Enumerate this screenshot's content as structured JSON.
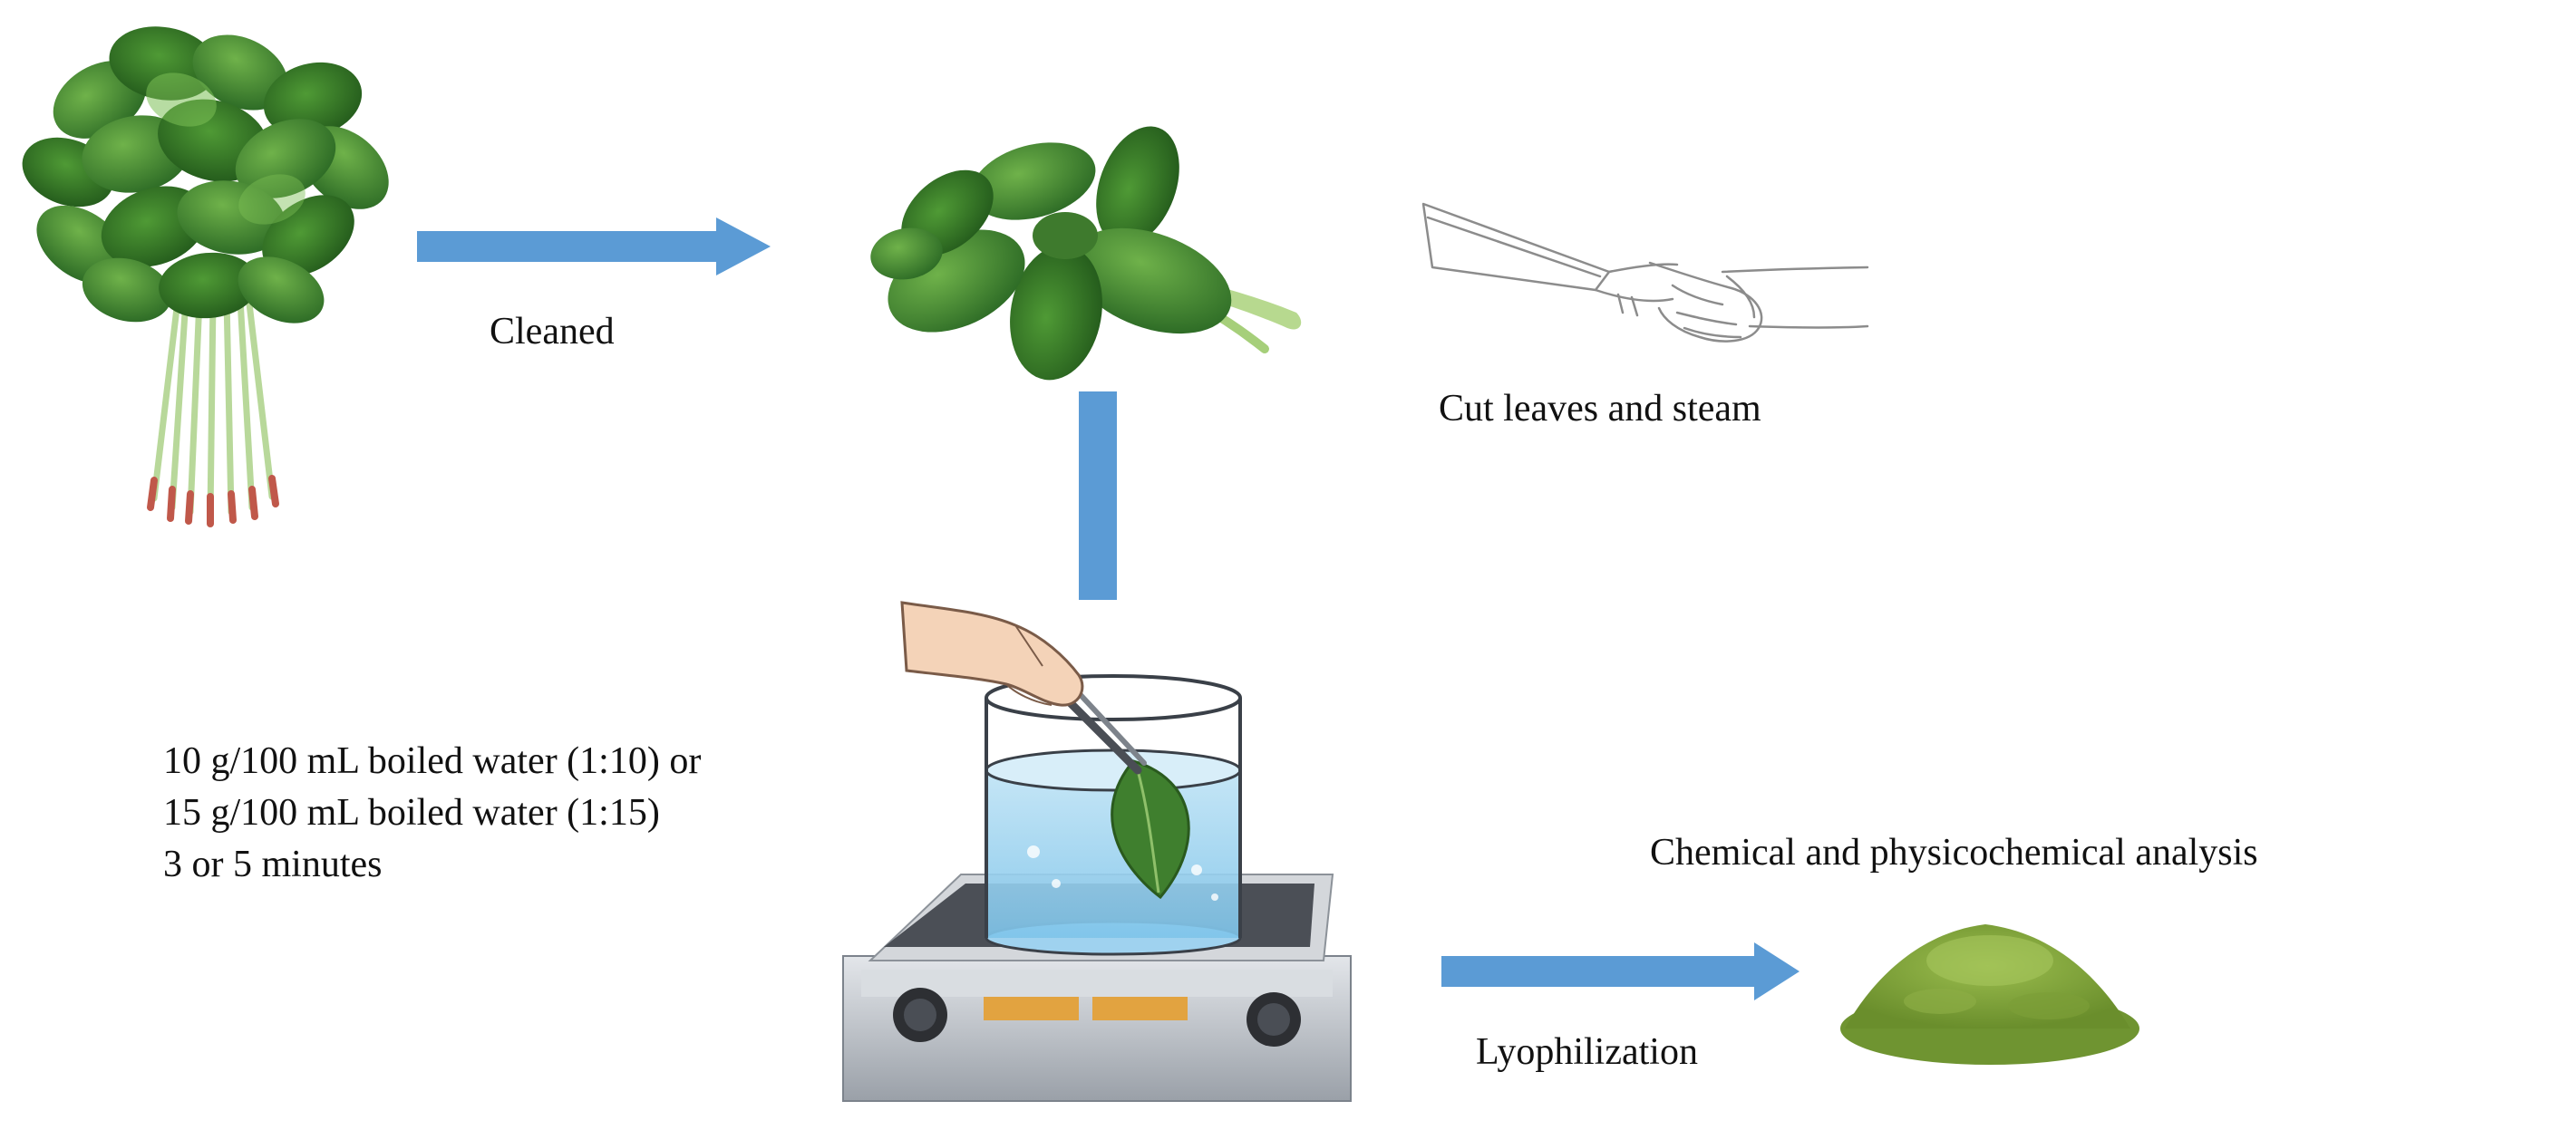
{
  "labels": {
    "cleaned": "Cleaned",
    "cut": "Cut leaves and steam",
    "ratio_line1": "10 g/100 mL boiled water (1:10) or",
    "ratio_line2": "15 g/100 mL boiled water (1:15)",
    "ratio_line3": "3 or 5 minutes",
    "chemical": "Chemical and physicochemical analysis",
    "lyophilization": "Lyophilization"
  },
  "colors": {
    "arrow": "#5b9bd5",
    "leaf_dark": "#2f6b2a",
    "leaf_light": "#5a9a3c",
    "stem": "#b8d8a0",
    "powder": "#7fa33d",
    "hotplate": "#c9cdd2"
  },
  "icons": {
    "bunch": "purslane-bunch-icon",
    "leaves": "purslane-leaves-icon",
    "knife": "knife-hand-icon",
    "beaker": "beaker-on-hotplate-icon",
    "powder": "green-powder-icon"
  }
}
